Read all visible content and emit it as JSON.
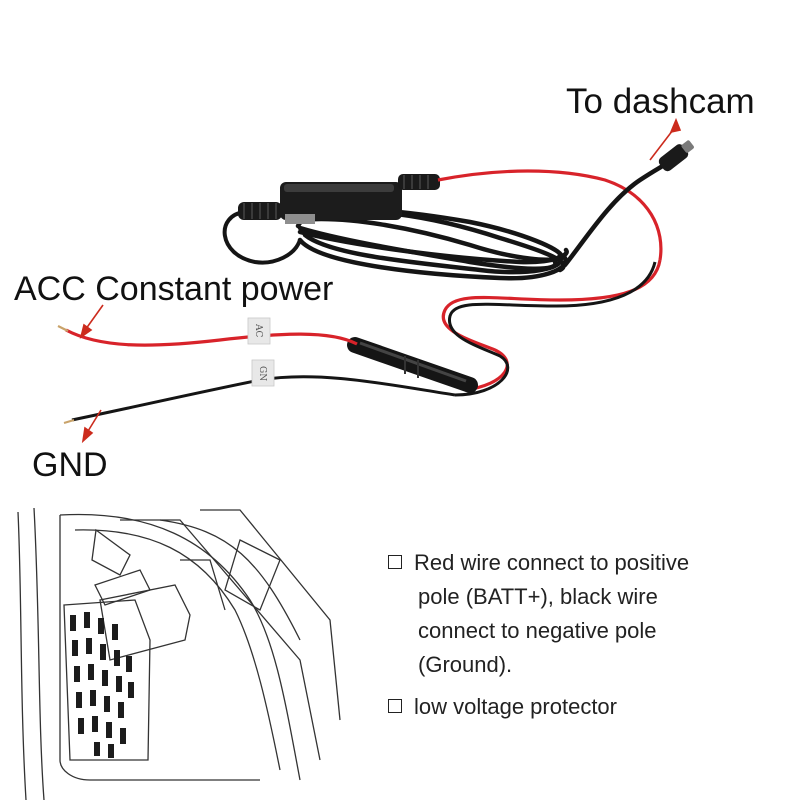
{
  "labels": {
    "to_dashcam": "To dashcam",
    "acc": "ACC Constant power",
    "gnd": "GND"
  },
  "wire_tags": {
    "acc_tag": "AC",
    "gnd_tag": "GN"
  },
  "notes": [
    {
      "line1": "Red wire connect to positive",
      "line2": "pole (BATT+), black wire",
      "line3": "connect to negative pole",
      "line4": "(Ground)."
    },
    {
      "line1": "low voltage protector"
    }
  ],
  "colors": {
    "red_wire": "#d8232a",
    "black_wire": "#151515",
    "arrow": "#cc2b1d"
  },
  "icons": [
    "checkbox-icon",
    "arrow-icon"
  ]
}
